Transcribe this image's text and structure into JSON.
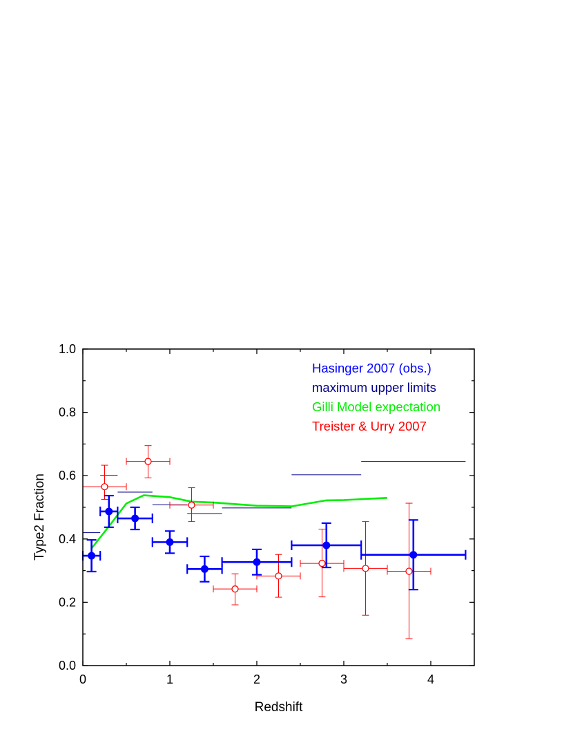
{
  "chart_data": {
    "type": "scatter",
    "title": "",
    "xlabel": "Redshift",
    "ylabel": "Type2 Fraction",
    "xlim": [
      0,
      4.5
    ],
    "ylim": [
      0,
      1.0
    ],
    "x_ticks": [
      "0",
      "1",
      "2",
      "3",
      "4"
    ],
    "x_tick_values": [
      0,
      1,
      2,
      3,
      4
    ],
    "y_ticks": [
      "0.0",
      "0.2",
      "0.4",
      "0.6",
      "0.8",
      "1.0"
    ],
    "y_tick_values": [
      0,
      0.2,
      0.4,
      0.6,
      0.8,
      1.0
    ],
    "grid": false,
    "legend_position": "top-right",
    "legend": [
      {
        "label": "Hasinger 2007 (obs.)",
        "color": "#0000ff"
      },
      {
        "label": "maximum upper limits",
        "color": "#00008b"
      },
      {
        "label": "Gilli Model expectation",
        "color": "#00ee00"
      },
      {
        "label": "Treister & Urry 2007",
        "color": "#ff0000"
      }
    ],
    "series": [
      {
        "name": "Hasinger 2007 (obs.)",
        "kind": "errorbar-filled",
        "color": "#0000ff",
        "points": [
          {
            "x": 0.1,
            "y": 0.347,
            "xerr": 0.1,
            "yerr_low": 0.05,
            "yerr_high": 0.05
          },
          {
            "x": 0.3,
            "y": 0.487,
            "xerr": 0.1,
            "yerr_low": 0.05,
            "yerr_high": 0.05
          },
          {
            "x": 0.6,
            "y": 0.465,
            "xerr": 0.2,
            "yerr_low": 0.035,
            "yerr_high": 0.035
          },
          {
            "x": 1.0,
            "y": 0.39,
            "xerr": 0.2,
            "yerr_low": 0.035,
            "yerr_high": 0.035
          },
          {
            "x": 1.4,
            "y": 0.305,
            "xerr": 0.2,
            "yerr_low": 0.04,
            "yerr_high": 0.04
          },
          {
            "x": 2.0,
            "y": 0.327,
            "xerr": 0.4,
            "yerr_low": 0.04,
            "yerr_high": 0.04
          },
          {
            "x": 2.8,
            "y": 0.38,
            "xerr": 0.4,
            "yerr_low": 0.07,
            "yerr_high": 0.07
          },
          {
            "x": 3.8,
            "y": 0.35,
            "xerr": 0.6,
            "yerr_low": 0.11,
            "yerr_high": 0.11
          }
        ]
      },
      {
        "name": "maximum upper limits",
        "kind": "hbar",
        "color": "#00008b",
        "segments": [
          {
            "x0": 0.0,
            "x1": 0.2,
            "y": 0.42
          },
          {
            "x0": 0.2,
            "x1": 0.4,
            "y": 0.601
          },
          {
            "x0": 0.4,
            "x1": 0.8,
            "y": 0.548
          },
          {
            "x0": 0.8,
            "x1": 1.2,
            "y": 0.508
          },
          {
            "x0": 1.2,
            "x1": 1.6,
            "y": 0.48
          },
          {
            "x0": 1.6,
            "x1": 2.4,
            "y": 0.498
          },
          {
            "x0": 2.4,
            "x1": 3.2,
            "y": 0.603
          },
          {
            "x0": 3.2,
            "x1": 4.4,
            "y": 0.645
          }
        ]
      },
      {
        "name": "Gilli Model expectation",
        "kind": "line",
        "color": "#00ee00",
        "points": [
          {
            "x": 0.1,
            "y": 0.37
          },
          {
            "x": 0.3,
            "y": 0.44
          },
          {
            "x": 0.5,
            "y": 0.512
          },
          {
            "x": 0.7,
            "y": 0.538
          },
          {
            "x": 1.0,
            "y": 0.532
          },
          {
            "x": 1.25,
            "y": 0.518
          },
          {
            "x": 1.5,
            "y": 0.515
          },
          {
            "x": 2.0,
            "y": 0.505
          },
          {
            "x": 2.4,
            "y": 0.503
          },
          {
            "x": 2.8,
            "y": 0.522
          },
          {
            "x": 3.0,
            "y": 0.523
          },
          {
            "x": 3.5,
            "y": 0.53
          }
        ]
      },
      {
        "name": "Treister & Urry 2007",
        "kind": "errorbar-open",
        "color": "#ff0000",
        "points": [
          {
            "x": 0.25,
            "y": 0.565,
            "xerr": 0.25,
            "yerr_low": 0.04,
            "yerr_high": 0.068
          },
          {
            "x": 0.75,
            "y": 0.645,
            "xerr": 0.25,
            "yerr_low": 0.052,
            "yerr_high": 0.05
          },
          {
            "x": 1.25,
            "y": 0.507,
            "xerr": 0.25,
            "yerr_low": 0.052,
            "yerr_high": 0.055
          },
          {
            "x": 1.75,
            "y": 0.242,
            "xerr": 0.25,
            "yerr_low": 0.05,
            "yerr_high": 0.048
          },
          {
            "x": 2.25,
            "y": 0.283,
            "xerr": 0.25,
            "yerr_low": 0.067,
            "yerr_high": 0.068
          },
          {
            "x": 2.75,
            "y": 0.323,
            "xerr": 0.25,
            "yerr_low": 0.106,
            "yerr_high": 0.108
          },
          {
            "x": 3.25,
            "y": 0.307,
            "xerr": 0.25,
            "yerr_low": 0.148,
            "yerr_high": 0.148
          },
          {
            "x": 3.75,
            "y": 0.298,
            "xerr": 0.25,
            "yerr_low": 0.213,
            "yerr_high": 0.215
          }
        ]
      }
    ]
  }
}
